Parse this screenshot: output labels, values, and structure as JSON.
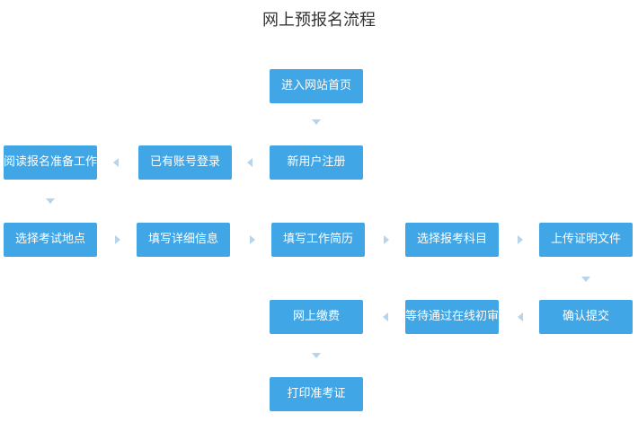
{
  "title": "网上预报名流程",
  "colors": {
    "box": "#41a6e6",
    "arrow": "#b5d4ee",
    "title": "#333333"
  },
  "steps": {
    "enter_site": "进入网站首页",
    "new_user_register": "新用户注册",
    "have_account_login": "已有账号登录",
    "read_prep_work": "阅读报名准备工作",
    "select_exam_location": "选择考试地点",
    "fill_detailed_info": "填写详细信息",
    "fill_work_history": "填写工作简历",
    "select_subject": "选择报考科目",
    "upload_certificates": "上传证明文件",
    "confirm_submit": "确认提交",
    "wait_initial_review": "等待通过在线初审",
    "online_payment": "网上缴费",
    "print_admission_ticket": "打印准考证"
  }
}
